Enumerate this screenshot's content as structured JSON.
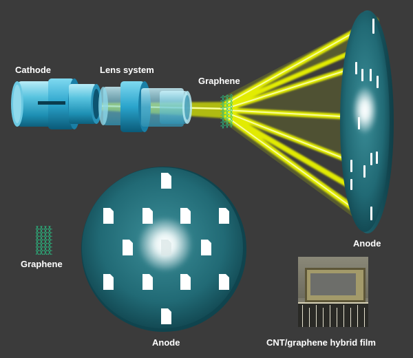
{
  "labels": {
    "cathode": "Cathode",
    "lens_system": "Lens system",
    "graphene_top": "Graphene",
    "graphene_left": "Graphene",
    "anode_right": "Anode",
    "anode_bottom": "Anode",
    "cnt_film": "CNT/graphene hybrid film"
  },
  "colors": {
    "background": "#3b3b3b",
    "beam": "#e2f200",
    "cylinder": "#4fb8d6",
    "anode_disc": "#1f6470",
    "graphene": "#22b07a",
    "text": "#ffffff"
  },
  "icons": {
    "cathode": "cathode-cylinder-icon",
    "lens": "lens-cylinder-icon",
    "graphene": "graphene-lattice-icon",
    "anode": "anode-disc-icon",
    "emission_spot": "document-spot-icon"
  }
}
